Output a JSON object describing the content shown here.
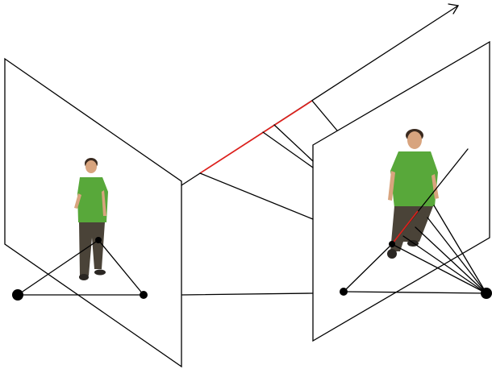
{
  "diagram": {
    "kind": "epipolar-geometry-illustration",
    "colors": {
      "line": "#000000",
      "highlight": "#e0201c",
      "background": "#ffffff",
      "shirt": "#58a83a",
      "pants": "#4a4338",
      "skin": "#d8a47e",
      "hair": "#3a2a1f"
    },
    "elements": {
      "left_view": "left-image-plane",
      "right_view": "right-image-plane",
      "person_left": "person-figure",
      "person_right": "person-figure",
      "projection_ray": "arrow-ray",
      "epipolar_segment": "red-epipolar-line"
    }
  }
}
